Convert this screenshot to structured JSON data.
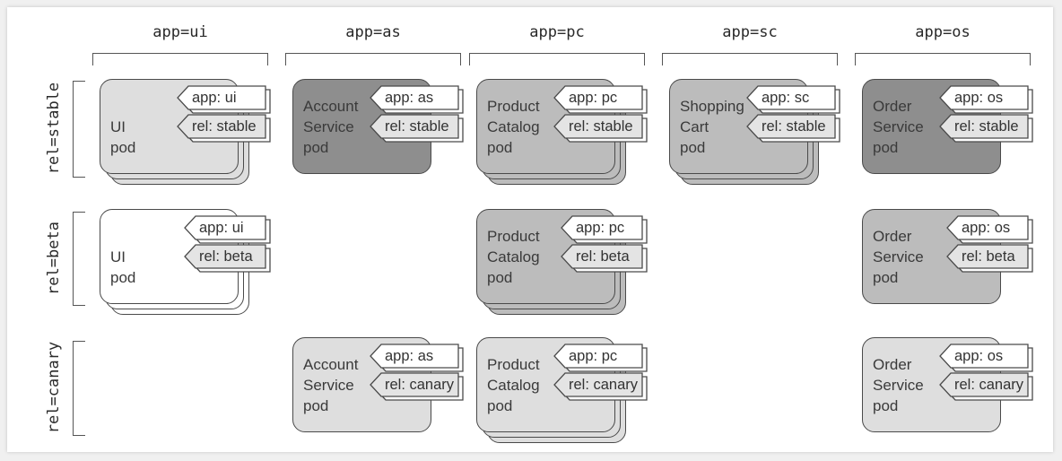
{
  "columns": [
    "app=ui",
    "app=as",
    "app=pc",
    "app=sc",
    "app=os"
  ],
  "rows": [
    "rel=stable",
    "rel=beta",
    "rel=canary"
  ],
  "colors": {
    "white": "#ffffff",
    "light": "#dedede",
    "medium": "#bcbcbc",
    "dark": "#8e8e8e",
    "tag_light": "#e4e4e4",
    "tag_white": "#ffffff"
  },
  "pods": [
    {
      "id": "ui-stable",
      "col": 0,
      "row": 0,
      "name": [
        "UI pod"
      ],
      "shade": "light",
      "stacked": true,
      "app_tag": "app: ui",
      "rel_tag": "rel: stable"
    },
    {
      "id": "as-stable",
      "col": 1,
      "row": 0,
      "name": [
        "Account",
        "Service",
        "pod"
      ],
      "shade": "dark",
      "stacked": false,
      "app_tag": "app: as",
      "rel_tag": "rel: stable"
    },
    {
      "id": "pc-stable",
      "col": 2,
      "row": 0,
      "name": [
        "Product",
        "Catalog",
        "pod"
      ],
      "shade": "medium",
      "stacked": true,
      "app_tag": "app: pc",
      "rel_tag": "rel: stable"
    },
    {
      "id": "sc-stable",
      "col": 3,
      "row": 0,
      "name": [
        "Shopping",
        "Cart",
        "pod"
      ],
      "shade": "medium",
      "stacked": true,
      "app_tag": "app: sc",
      "rel_tag": "rel: stable"
    },
    {
      "id": "os-stable",
      "col": 4,
      "row": 0,
      "name": [
        "Order",
        "Service",
        "pod"
      ],
      "shade": "dark",
      "stacked": false,
      "app_tag": "app: os",
      "rel_tag": "rel: stable"
    },
    {
      "id": "ui-beta",
      "col": 0,
      "row": 1,
      "name": [
        "UI pod"
      ],
      "shade": "white",
      "stacked": true,
      "app_tag": "app: ui",
      "rel_tag": "rel: beta"
    },
    {
      "id": "pc-beta",
      "col": 2,
      "row": 1,
      "name": [
        "Product",
        "Catalog",
        "pod"
      ],
      "shade": "medium",
      "stacked": true,
      "app_tag": "app: pc",
      "rel_tag": "rel: beta"
    },
    {
      "id": "os-beta",
      "col": 4,
      "row": 1,
      "name": [
        "Order",
        "Service",
        "pod"
      ],
      "shade": "medium",
      "stacked": false,
      "app_tag": "app: os",
      "rel_tag": "rel: beta"
    },
    {
      "id": "as-canary",
      "col": 1,
      "row": 2,
      "name": [
        "Account",
        "Service",
        "pod"
      ],
      "shade": "light",
      "stacked": false,
      "app_tag": "app: as",
      "rel_tag": "rel: canary"
    },
    {
      "id": "pc-canary",
      "col": 2,
      "row": 2,
      "name": [
        "Product",
        "Catalog",
        "pod"
      ],
      "shade": "light",
      "stacked": true,
      "app_tag": "app: pc",
      "rel_tag": "rel: canary"
    },
    {
      "id": "os-canary",
      "col": 4,
      "row": 2,
      "name": [
        "Order",
        "Service",
        "pod"
      ],
      "shade": "light",
      "stacked": false,
      "app_tag": "app: os",
      "rel_tag": "rel: canary"
    }
  ]
}
